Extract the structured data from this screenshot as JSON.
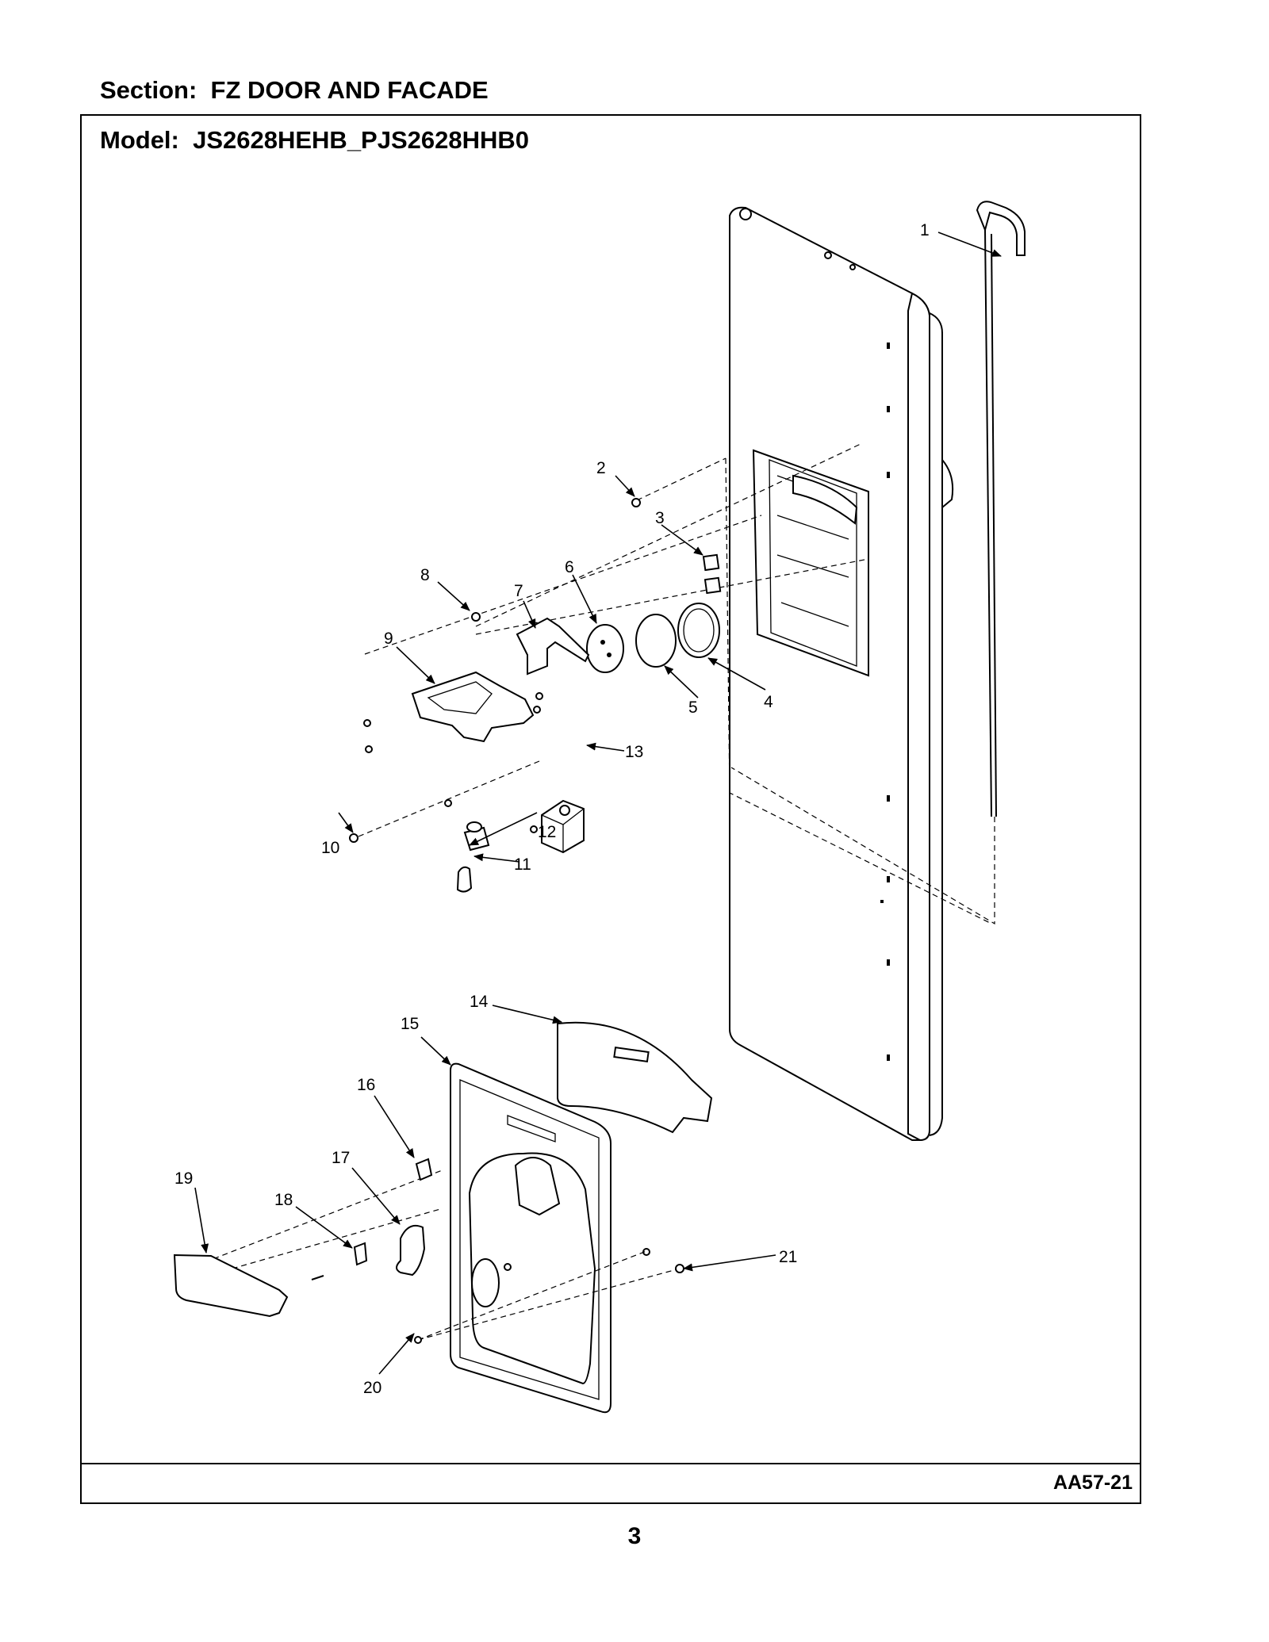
{
  "header": {
    "section": "Section:  FZ DOOR AND FACADE",
    "model": "Model:  JS2628HEHB_PJS2628HHB0"
  },
  "footer": {
    "drawing_id": "AA57-21",
    "page_number": "3"
  },
  "diagram": {
    "callouts": [
      "1",
      "2",
      "3",
      "4",
      "5",
      "6",
      "7",
      "8",
      "9",
      "10",
      "11",
      "12",
      "13",
      "14",
      "15",
      "16",
      "17",
      "18",
      "19",
      "20",
      "21"
    ]
  }
}
